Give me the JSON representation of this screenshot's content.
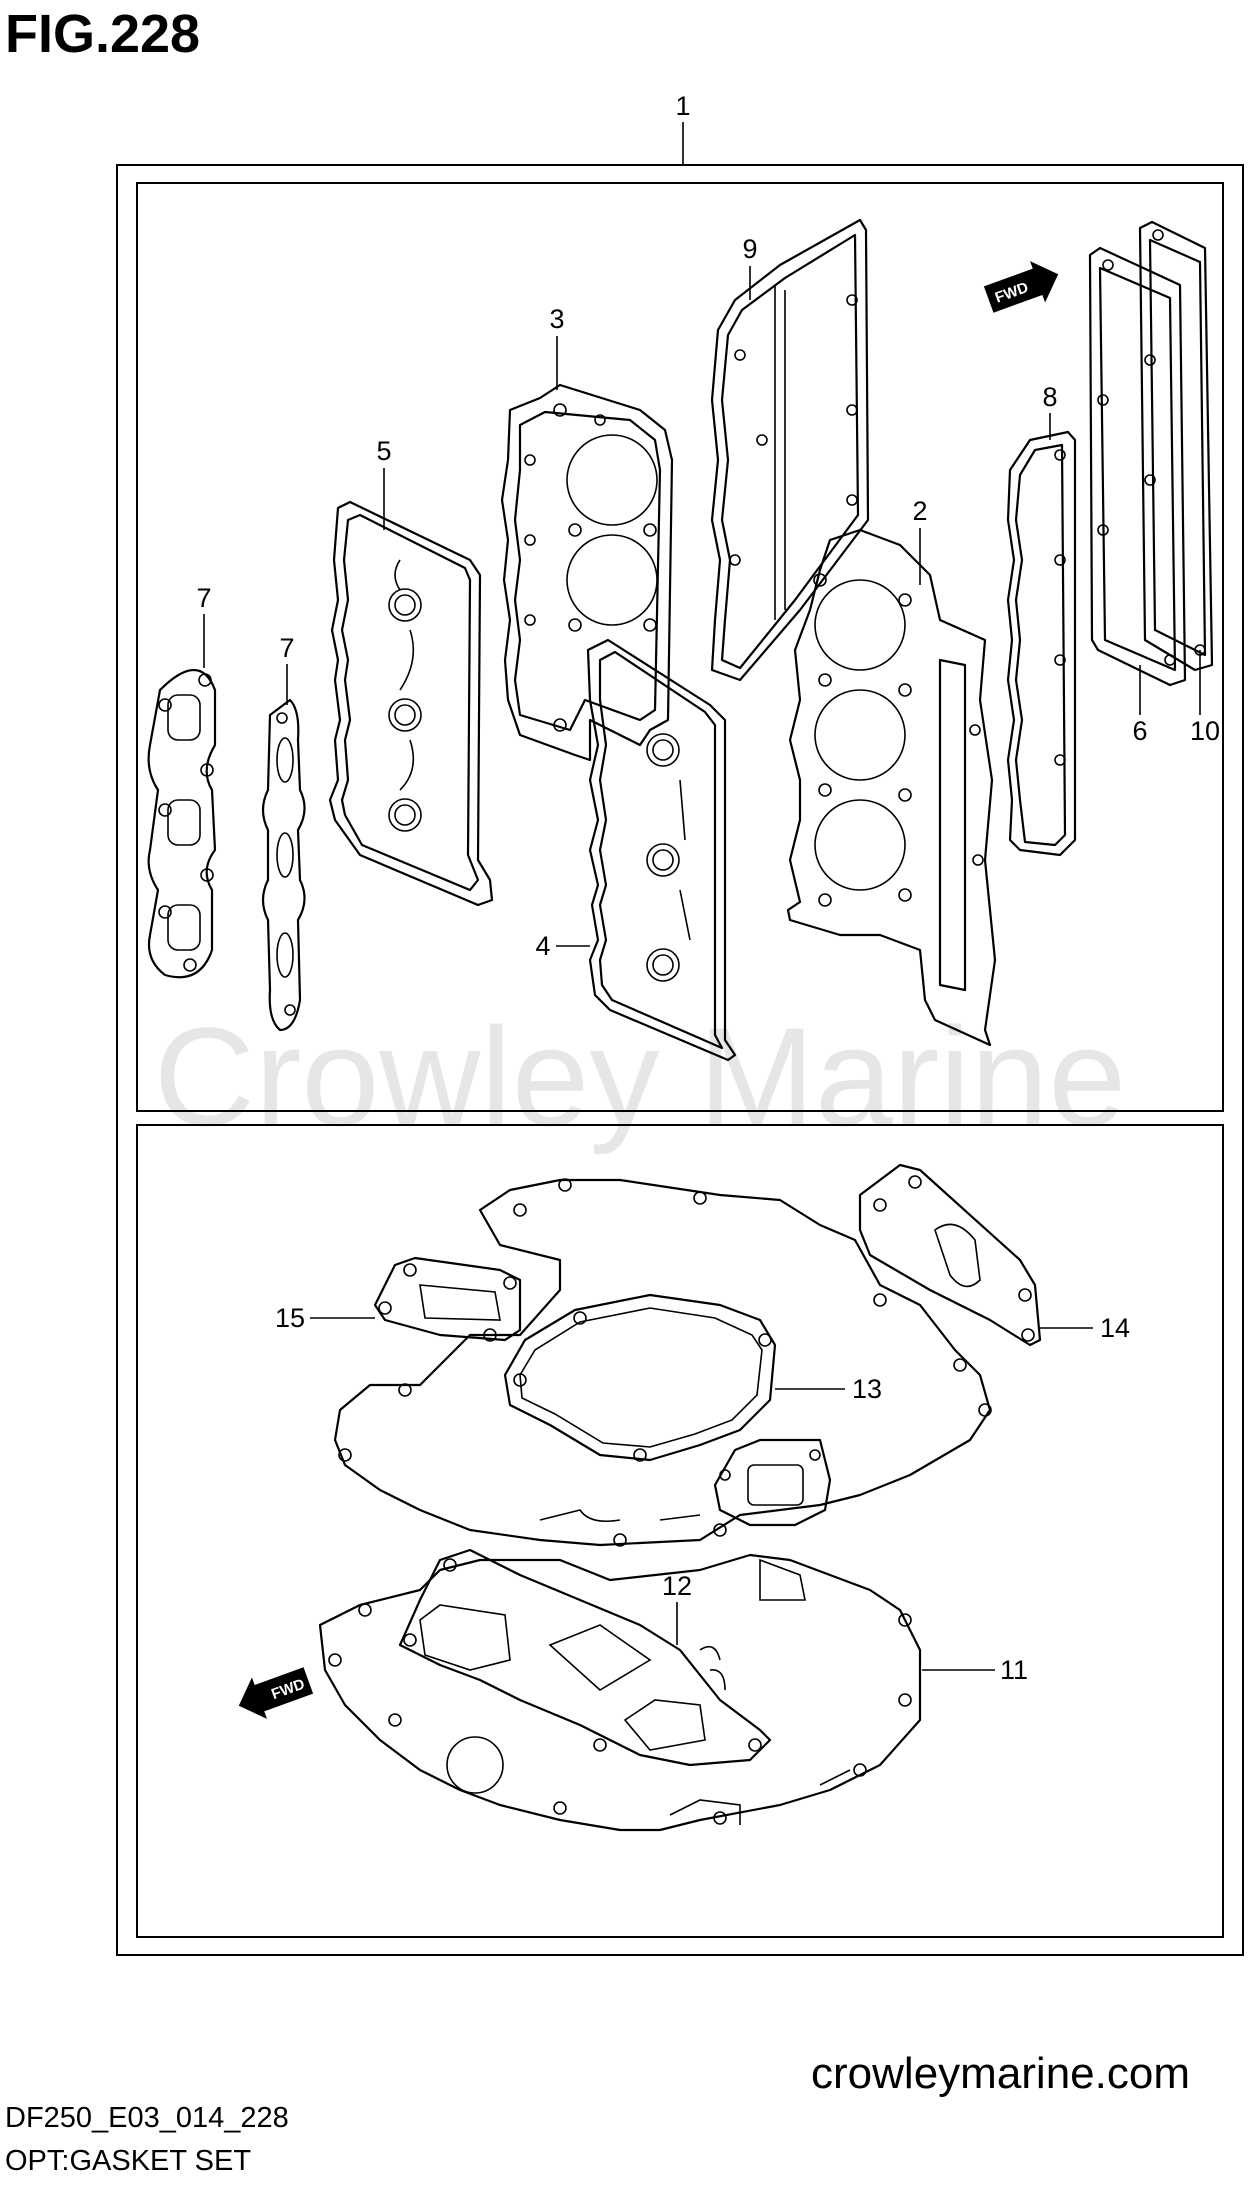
{
  "figure": {
    "title": "FIG.228"
  },
  "watermark": "Crowley Marine",
  "fwd_label": "FWD",
  "callouts": [
    {
      "id": "c1",
      "label": "1"
    },
    {
      "id": "c2",
      "label": "2"
    },
    {
      "id": "c3",
      "label": "3"
    },
    {
      "id": "c4",
      "label": "4"
    },
    {
      "id": "c5",
      "label": "5"
    },
    {
      "id": "c6",
      "label": "6"
    },
    {
      "id": "c7a",
      "label": "7"
    },
    {
      "id": "c7b",
      "label": "7"
    },
    {
      "id": "c8",
      "label": "8"
    },
    {
      "id": "c9",
      "label": "9"
    },
    {
      "id": "c10",
      "label": "10"
    },
    {
      "id": "c11",
      "label": "11"
    },
    {
      "id": "c12",
      "label": "12"
    },
    {
      "id": "c13",
      "label": "13"
    },
    {
      "id": "c14",
      "label": "14"
    },
    {
      "id": "c15",
      "label": "15"
    }
  ],
  "footer": {
    "model_code": "DF250_E03_014_228",
    "description": "OPT:GASKET SET",
    "website": "crowleymarine.com"
  }
}
